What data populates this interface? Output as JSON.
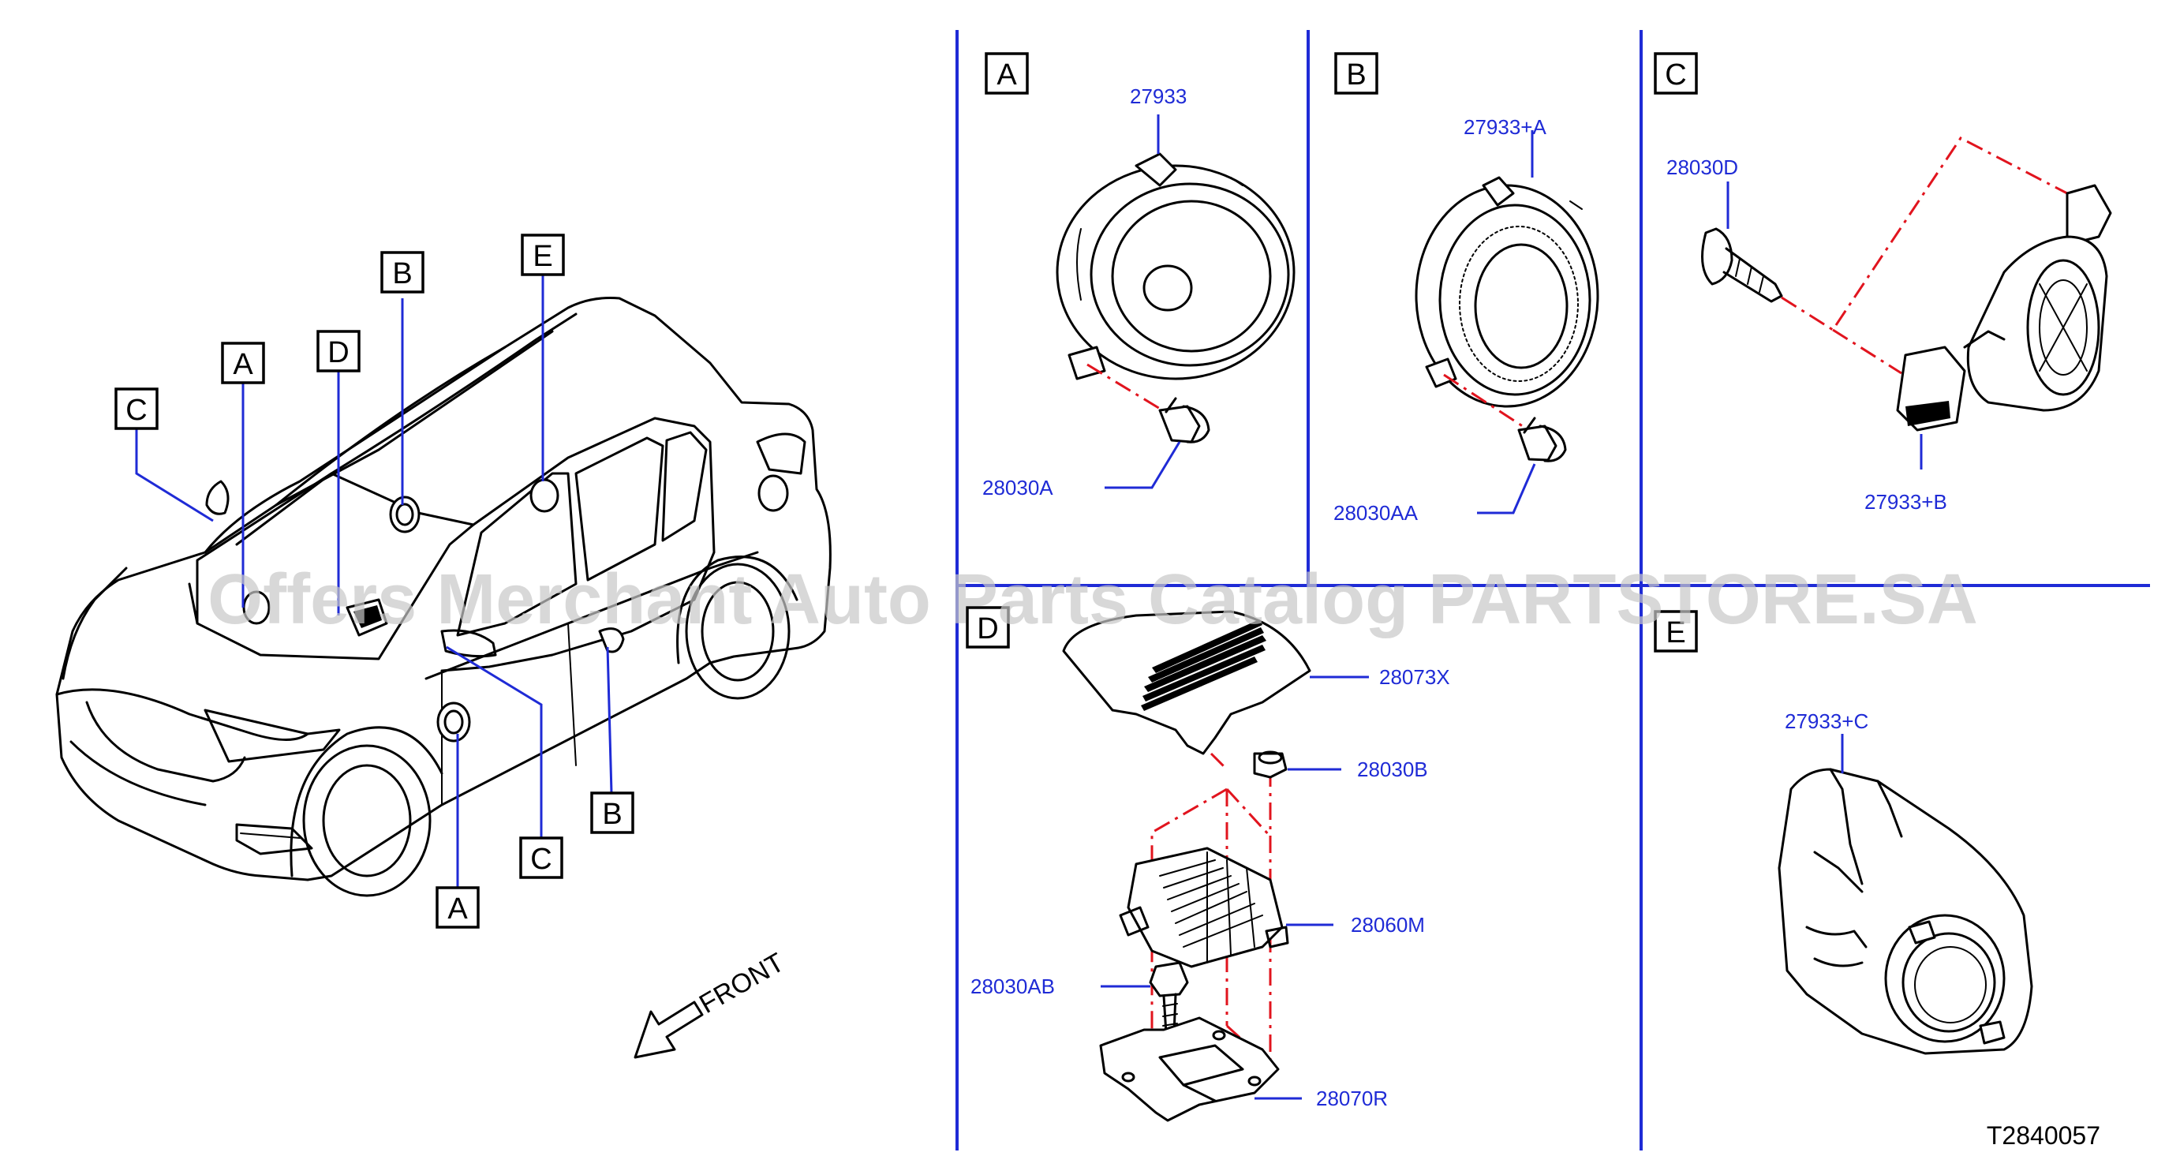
{
  "diagram": {
    "callouts": {
      "A_top": "A",
      "A_bottom": "A",
      "B_top": "B",
      "B_bottom": "B",
      "C_left": "C",
      "C_bottom": "C",
      "D": "D",
      "E": "E"
    },
    "panels": {
      "A": {
        "letter": "A",
        "parts": [
          "27933",
          "28030A"
        ]
      },
      "B": {
        "letter": "B",
        "parts": [
          "27933+A",
          "28030AA"
        ]
      },
      "C": {
        "letter": "C",
        "parts": [
          "28030D",
          "27933+B"
        ]
      },
      "D": {
        "letter": "D",
        "parts": [
          "28073X",
          "28030B",
          "28060M",
          "28030AB",
          "28070R"
        ]
      },
      "E": {
        "letter": "E",
        "parts": [
          "27933+C"
        ]
      }
    },
    "front_label": "FRONT",
    "diagram_id": "T2840057",
    "watermark": "Offers Merchant Auto Parts Catalog PARTSTORE.SA",
    "colors": {
      "callout_lines": "#1f2bd6",
      "part_numbers": "#1f2bd6",
      "assembly_lines": "#e1141e",
      "outline": "#000000"
    }
  }
}
